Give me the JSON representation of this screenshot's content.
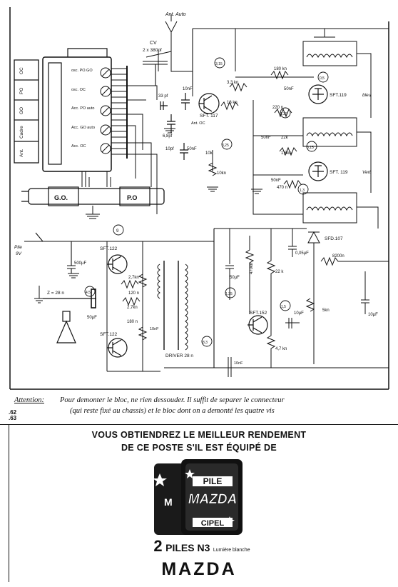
{
  "schematic": {
    "antenna_label": "Ant. Auto",
    "variable_cap": "CV",
    "variable_cap_value": "2 x 380pf",
    "bands": [
      "OC",
      "PO",
      "GO",
      "Cadre",
      "Ant."
    ],
    "band_keys": [
      "osc. PO.GO",
      "osc. OC",
      "Acc. PO auto",
      "Acc. GO auto",
      "Acc. OC"
    ],
    "values": {
      "cap_33pf": "33 pf",
      "cap_10nf": "10nF",
      "cap_6_8pf": "6,8pf",
      "cap_10pf": "10pf",
      "cap_50nf_a": "50nF",
      "res_10k_a": "10k",
      "res_10k_b": "10kn",
      "res_3_3k": "3,3 kn",
      "res_16k": "16 kn",
      "res_180k": "180 kn",
      "cap_50nf_b": "50nF",
      "res_220k": "220 n",
      "cap_50nf_c": "50nF",
      "res_22k_a": "22k",
      "res_1_5k": "1,5kn",
      "cap_50nf_d": "50nF",
      "res_470": "470 n",
      "cap_500uf": "500µF",
      "res_2_7k_a": "2,7kn",
      "res_120": "120 n",
      "res_2_7k_b": "2,7kn",
      "res_180": "180 n",
      "cap_10nf_b": "10nF",
      "cap_50uf_a": "50µF",
      "cap_50uf_b": "50µF",
      "res_470k": "470kn",
      "res_22k_b": "22 k",
      "res_4_7k": "4,7 kn",
      "cap_10uf_a": "10µF",
      "pot_5k": "5kn",
      "res_8200": "8200n",
      "cap_0_05uf": "0,05µF",
      "cap_10uf_b": "10µF",
      "cap_10nf_c": "10nF",
      "speaker_z": "Z = 28 n"
    },
    "transistors": {
      "t1": "SFT. 117",
      "t2": "SFT.119",
      "t3": "SFT. 119",
      "t4": "SFT.122",
      "t5": "SFT.122",
      "t6": "SFT.152"
    },
    "color_tags": {
      "t2": "bleu",
      "t3": "Vert"
    },
    "diode": "SFD.107",
    "switch_label": "Ant. OC",
    "test_points": {
      "tp1": "3,15",
      "tp2": "0,5",
      "tp3": "1,25",
      "tp4": "3,25",
      "tp5": "0,15",
      "tp6": "1,3",
      "tp7": "9",
      "tp8": "4,5",
      "tp9": "1,35",
      "tp10": "1,5",
      "tp11": "8,3"
    },
    "battery": "Pile",
    "battery_voltage": "9V",
    "ferrite_go": "G.O.",
    "ferrite_po": "P.O",
    "driver": "DRIVER 28 n"
  },
  "notice": {
    "label": "Attention:",
    "line1": "Pour demonter le bloc, ne rien dessouder. Il suffit de separer le connecteur",
    "line2": "(qui reste fixé au chassis) et le bloc dont on a demonté les quatre vis"
  },
  "margin_refs": [
    ".62",
    ".63"
  ],
  "ad": {
    "headline1": "VOUS OBTIENDREZ LE MEILLEUR RENDEMENT",
    "headline2": "DE CE POSTE S'IL EST ÉQUIPÉ DE",
    "pack_top": "PILE",
    "pack_brand": "MAZDA",
    "pack_bottom": "CIPEL",
    "qty": "2",
    "product": "PILES N3",
    "subtitle": "Lumière blanche",
    "brand": "MAZDA"
  }
}
